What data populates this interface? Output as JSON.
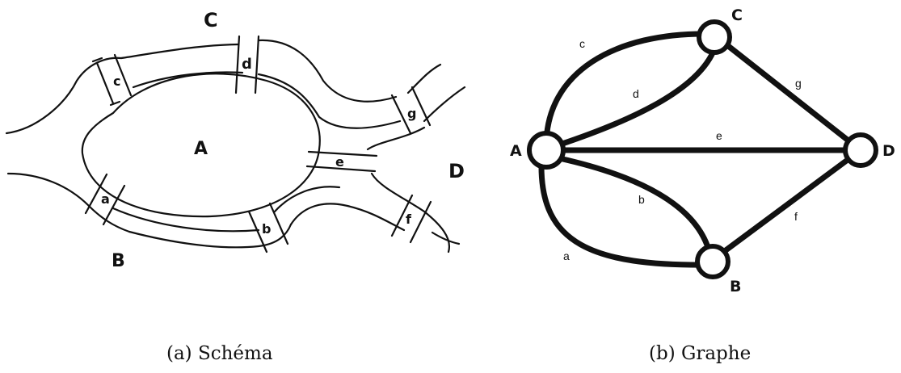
{
  "schema": {
    "caption": "(a) Schéma",
    "regions": {
      "A": "A",
      "B": "B",
      "C": "C",
      "D": "D"
    },
    "bridges": {
      "a": "a",
      "b": "b",
      "c": "c",
      "d": "d",
      "e": "e",
      "f": "f",
      "g": "g"
    }
  },
  "graphe": {
    "caption": "(b) Graphe",
    "nodes": {
      "A": "A",
      "B": "B",
      "C": "C",
      "D": "D"
    },
    "edges": {
      "a": "a",
      "b": "b",
      "c": "c",
      "d": "d",
      "e": "e",
      "f": "f",
      "g": "g"
    }
  }
}
